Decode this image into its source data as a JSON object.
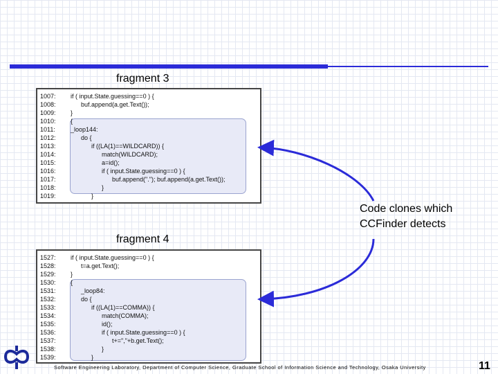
{
  "fragment3": {
    "title": "fragment 3",
    "lines": [
      {
        "num": "1007:",
        "code": "if ( input.State.guessing==0 ) {"
      },
      {
        "num": "1008:",
        "code": "      buf.append(a.get.Text());"
      },
      {
        "num": "1009:",
        "code": "}"
      },
      {
        "num": "1010:",
        "code": "{"
      },
      {
        "num": "1011:",
        "code": "_loop144:"
      },
      {
        "num": "1012:",
        "code": "      do {"
      },
      {
        "num": "1013:",
        "code": "            if ((LA(1)==WILDCARD)) {"
      },
      {
        "num": "1014:",
        "code": "                  match(WILDCARD);"
      },
      {
        "num": "1015:",
        "code": "                  a=id();"
      },
      {
        "num": "1016:",
        "code": "                  if ( input.State.guessing==0 ) {"
      },
      {
        "num": "1017:",
        "code": "                        buf.append(\".\"); buf.append(a.get.Text());"
      },
      {
        "num": "1018:",
        "code": "                  }"
      },
      {
        "num": "1019:",
        "code": "            }"
      }
    ]
  },
  "fragment4": {
    "title": "fragment 4",
    "lines": [
      {
        "num": "1527:",
        "code": "if ( input.State.guessing==0 ) {"
      },
      {
        "num": "1528:",
        "code": "      t=a.get.Text();"
      },
      {
        "num": "1529:",
        "code": "}"
      },
      {
        "num": "1530:",
        "code": "{"
      },
      {
        "num": "1531:",
        "code": "      _loop84:"
      },
      {
        "num": "1532:",
        "code": "      do {"
      },
      {
        "num": "1533:",
        "code": "            if ((LA(1)==COMMA)) {"
      },
      {
        "num": "1534:",
        "code": "                  match(COMMA);"
      },
      {
        "num": "1535:",
        "code": "                  id();"
      },
      {
        "num": "1536:",
        "code": "                  if ( input.State.guessing==0 ) {"
      },
      {
        "num": "1537:",
        "code": "                        t+=\",\"+b.get.Text();"
      },
      {
        "num": "1538:",
        "code": "                  }"
      },
      {
        "num": "1539:",
        "code": "            }"
      }
    ]
  },
  "callout": {
    "line1": "Code clones which",
    "line2": "CCFinder detects"
  },
  "footer": "Software Engineering Laboratory, Department of Computer Science, Graduate School of Information Science and Technology, Osaka University",
  "page_number": "11",
  "colors": {
    "accent": "#2b2bd8",
    "highlight": "#e8eaf7"
  }
}
